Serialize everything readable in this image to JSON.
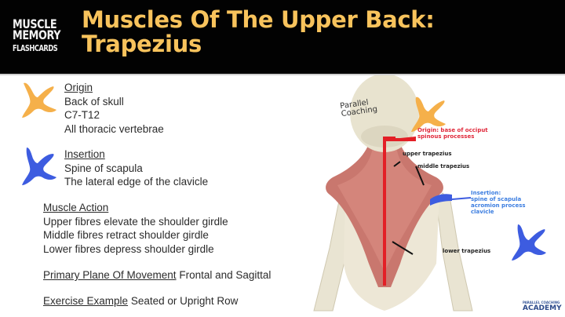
{
  "header": {
    "logo": {
      "line1": "MUSCLE",
      "line2": "MEMORY",
      "line3": "FLASHCARDS"
    },
    "title_line1": "Muscles Of The Upper Back:",
    "title_line2": "Trapezius",
    "title_color": "#f8c35c",
    "background": "#020202"
  },
  "origin": {
    "icon": "orange-x-marker",
    "icon_color": "#f5b04a",
    "heading": "Origin",
    "items": [
      "Back of skull",
      "C7-T12",
      "All thoracic vertebrae"
    ]
  },
  "insertion": {
    "icon": "blue-x-marker",
    "icon_color": "#3d5ce0",
    "heading": "Insertion",
    "items": [
      "Spine of scapula",
      "The lateral edge of the clavicle"
    ]
  },
  "muscle_action": {
    "heading": "Muscle Action",
    "items": [
      "Upper fibres elevate the shoulder girdle",
      "Middle fibres retract shoulder girdle",
      "Lower fibres depress shoulder girdle"
    ]
  },
  "plane": {
    "label": "Primary Plane Of Movement",
    "value": "Frontal and Sagittal"
  },
  "exercise": {
    "label": "Exercise Example",
    "value": "Seated or Upright Row"
  },
  "figure": {
    "watermark_line1": "Parallel",
    "watermark_line2": "Coaching",
    "origin_label_line1": "Origin: base  of occiput",
    "origin_label_line2": "spinous processes",
    "origin_label_color": "#e0283a",
    "upper_label": "upper trapezius",
    "middle_label": "middle trapezius",
    "lower_label": "lower trapezius",
    "insertion_label_line1": "Insertion:",
    "insertion_label_line2": "spine of scapula",
    "insertion_label_line3": "acromion process",
    "insertion_label_line4": "clavicle",
    "insertion_label_color": "#3b7de0",
    "footer_brand_small": "PARALLEL COACHING",
    "footer_brand": "ACADEMY"
  }
}
